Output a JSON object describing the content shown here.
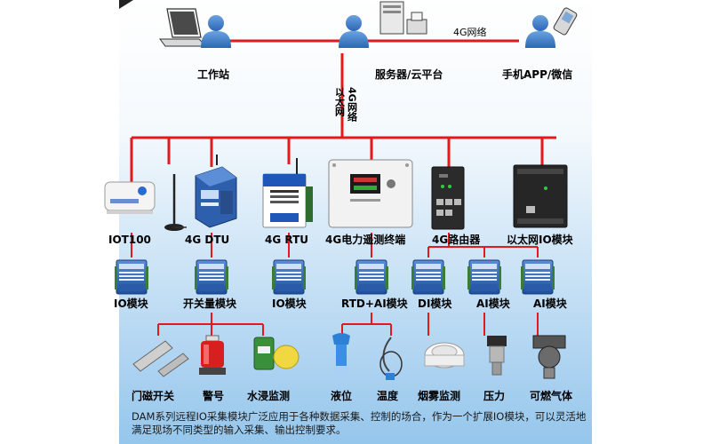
{
  "colors": {
    "panel_top": "#ffffff",
    "panel_bottom": "#9ccbee",
    "network_line": "#e3191b",
    "person": "#3e7fcb"
  },
  "top": {
    "workstation": "工作站",
    "server": "服务器/云平台",
    "mobile": "手机APP/微信",
    "link_4g": "4G网络",
    "link_vertical_1": "以太网",
    "link_vertical_2": "4G网络"
  },
  "devices": [
    {
      "label": "IOT100",
      "icon": "sensor-box-icon"
    },
    {
      "label": "4G DTU",
      "icon": "dtu-router-icon"
    },
    {
      "label": "4G RTU",
      "icon": "rtu-box-icon"
    },
    {
      "label": "4G电力遥测终端",
      "icon": "power-terminal-icon"
    },
    {
      "label": "4G路由器",
      "icon": "router-icon"
    },
    {
      "label": "以太网IO模块",
      "icon": "ethernet-io-icon"
    }
  ],
  "modules": [
    {
      "label": "IO模块"
    },
    {
      "label": "开关量模块"
    },
    {
      "label": "IO模块"
    },
    {
      "label": "RTD+AI模块"
    },
    {
      "label": "DI模块"
    },
    {
      "label": "AI模块"
    },
    {
      "label": "AI模块"
    }
  ],
  "sensors": [
    {
      "label": "门磁开关",
      "icon": "door-magnet-icon"
    },
    {
      "label": "警号",
      "icon": "alarm-siren-icon"
    },
    {
      "label": "水浸监测",
      "icon": "water-leak-icon"
    },
    {
      "label": "液位",
      "icon": "level-sensor-icon"
    },
    {
      "label": "温度",
      "icon": "temperature-probe-icon"
    },
    {
      "label": "烟雾监测",
      "icon": "smoke-detector-icon"
    },
    {
      "label": "压力",
      "icon": "pressure-sensor-icon"
    },
    {
      "label": "可燃气体",
      "icon": "gas-detector-icon"
    }
  ],
  "description": "DAM系列远程IO采集模块广泛应用于各种数据采集、控制的场合，作为一个扩展IO模块，可以灵活地满足现场不同类型的输入采集、输出控制要求。"
}
